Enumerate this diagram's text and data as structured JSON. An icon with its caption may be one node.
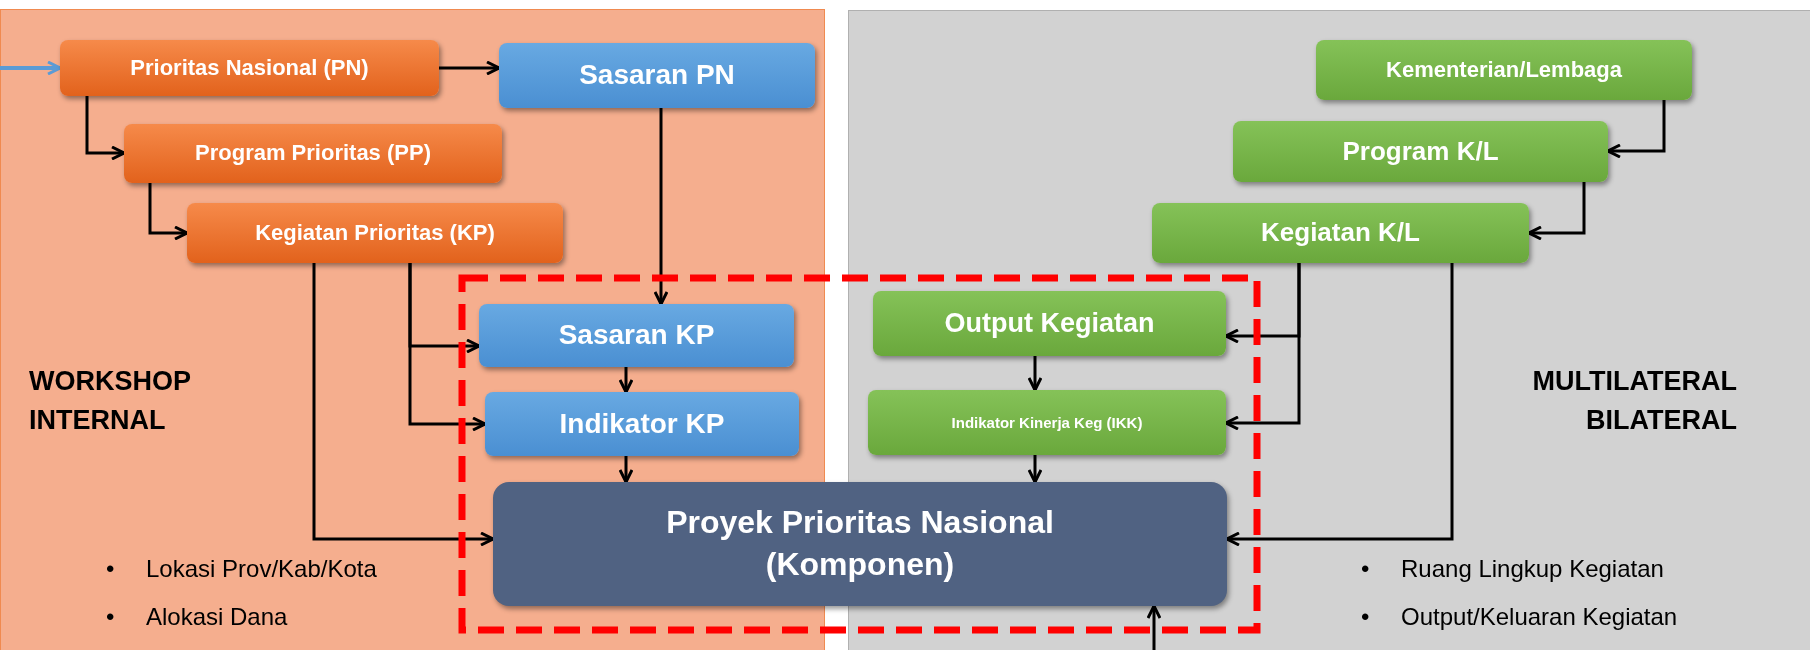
{
  "diagram": {
    "nodes": [
      {
        "text": [
          "Prioritas Nasional (PN)"
        ]
      },
      {
        "text": [
          "Sasaran PN"
        ]
      },
      {
        "text": [
          "Program Prioritas (PP)"
        ]
      },
      {
        "text": [
          "Kegiatan Prioritas (KP)"
        ]
      },
      {
        "text": [
          "Kementerian/Lembaga"
        ]
      },
      {
        "text": [
          "Program K/L"
        ]
      },
      {
        "text": [
          "Kegiatan K/L"
        ]
      },
      {
        "text": [
          "Sasaran KP"
        ]
      },
      {
        "text": [
          "Indikator KP"
        ]
      },
      {
        "text": [
          "Output Kegiatan"
        ]
      },
      {
        "text": [
          "Indikator Kinerja Keg (IKK)"
        ]
      },
      {
        "text": [
          "Proyek Prioritas Nasional (Komponen)"
        ]
      }
    ],
    "edges": [
      {
        "from": null,
        "to": 0,
        "arrow": "to",
        "color": "#5b9bd5"
      },
      {
        "from": 0,
        "to": 1,
        "arrow": "to"
      },
      {
        "from": 0,
        "to": 2,
        "arrow": "to"
      },
      {
        "from": 2,
        "to": 3,
        "arrow": "to"
      },
      {
        "from": 1,
        "to": 7,
        "arrow": "to"
      },
      {
        "from": 3,
        "to": 7,
        "arrow": "to"
      },
      {
        "from": 3,
        "to": 8,
        "arrow": "to"
      },
      {
        "from": 3,
        "to": 11,
        "arrow": "to"
      },
      {
        "from": 7,
        "to": 8,
        "arrow": "to"
      },
      {
        "from": 8,
        "to": 11,
        "arrow": "to"
      },
      {
        "from": 4,
        "to": 5,
        "arrow": "to"
      },
      {
        "from": 5,
        "to": 6,
        "arrow": "to"
      },
      {
        "from": 6,
        "to": 9,
        "arrow": "to"
      },
      {
        "from": 6,
        "to": 10,
        "arrow": "to"
      },
      {
        "from": 6,
        "to": 11,
        "arrow": "to"
      },
      {
        "from": 9,
        "to": 10,
        "arrow": "to"
      },
      {
        "from": 10,
        "to": 11,
        "arrow": "to"
      },
      {
        "from": null,
        "to": 11,
        "arrow": "to"
      }
    ],
    "labels": [
      "WORKSHOP INTERNAL",
      "MULTILATERAL BILATERAL",
      "•",
      "Lokasi Prov/Kab/Kota",
      "•",
      "Alokasi Dana",
      "•",
      "Ruang Lingkup Kegiatan",
      "•",
      "Output/Keluaran Kegiatan"
    ]
  }
}
